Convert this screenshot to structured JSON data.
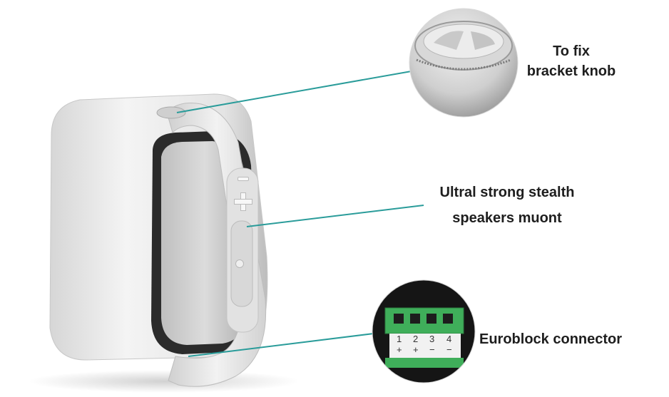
{
  "callouts": {
    "knob": {
      "line1": "To fix",
      "line2": "bracket knob"
    },
    "mount": {
      "line1": "Ultral strong stealth",
      "line2": "speakers muont"
    },
    "connector": {
      "label": "Euroblock connector"
    }
  },
  "connector_terminals": [
    {
      "number": "1",
      "polarity": "+"
    },
    {
      "number": "2",
      "polarity": "+"
    },
    {
      "number": "3",
      "polarity": "−"
    },
    {
      "number": "4",
      "polarity": "−"
    }
  ],
  "colors": {
    "callout_line": "#2a9c9a",
    "terminal_green": "#3fae5a",
    "speaker_body": "#e9e9e9",
    "label_text": "#1e1e1e"
  },
  "icons": [
    "plus-icon",
    "minus-icon",
    "pin-icon"
  ]
}
